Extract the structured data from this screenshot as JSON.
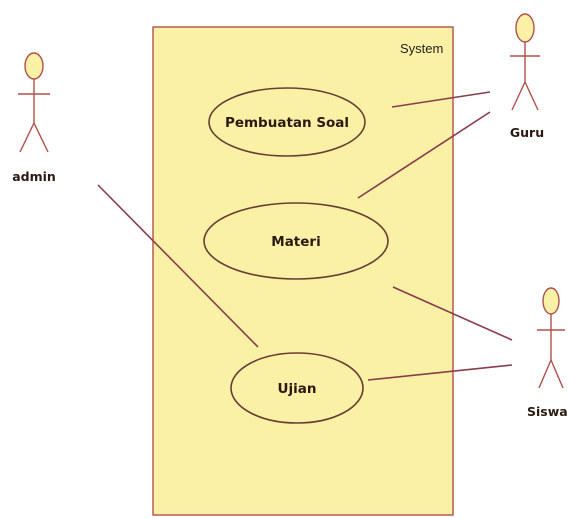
{
  "system": {
    "label": "System"
  },
  "use_cases": {
    "pembuatan_soal": "Pembuatan Soal",
    "materi": "Materi",
    "ujian": "Ujian"
  },
  "actors": {
    "admin": "admin",
    "guru": "Guru",
    "siswa": "Siswa"
  },
  "colors": {
    "system_fill": "#fbf1a6",
    "border": "#b0504a",
    "association": "#8a3c4a"
  }
}
